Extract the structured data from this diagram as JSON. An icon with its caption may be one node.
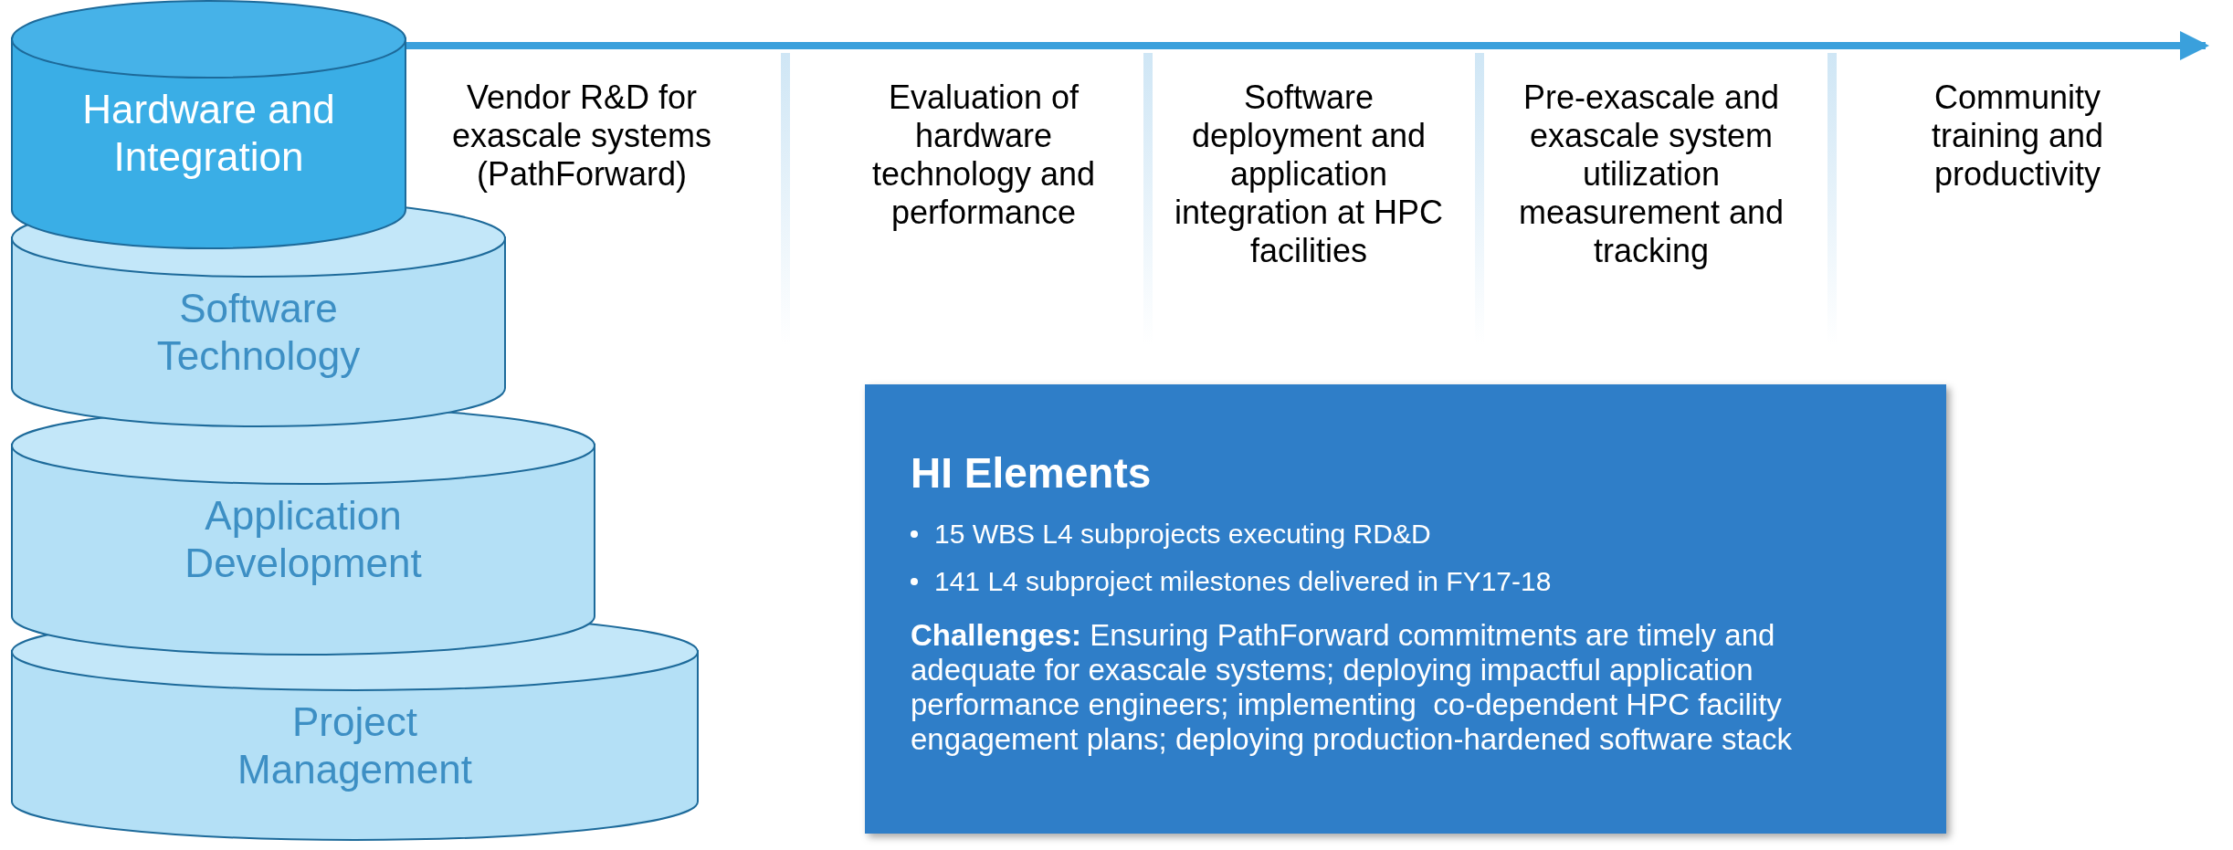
{
  "diagram": {
    "nodes": [
      {
        "text": [
          "Hardware and Integration"
        ]
      },
      {
        "text": [
          "Software Technology"
        ]
      },
      {
        "text": [
          "Application Development"
        ]
      },
      {
        "text": [
          "Project Management"
        ]
      },
      {
        "text": [
          "HI Elements",
          "15 WBS L4 subprojects executing RD&D",
          "141 L4 subproject milestones delivered in FY17-18",
          "**Challenges:** Ensuring PathForward commitments are timely and adequate for exascale systems; deploying impactful application performance engineers; implementing  co-dependent HPC facility engagement plans; deploying production-hardened software stack"
        ]
      }
    ],
    "labels": [
      "Vendor R&D for exascale systems (PathForward)",
      "Evaluation of hardware technology and performance",
      "Software deployment and application integration at HPC facilities",
      "Pre-exascale and exascale system utilization measurement and tracking",
      "Community training and productivity"
    ]
  }
}
